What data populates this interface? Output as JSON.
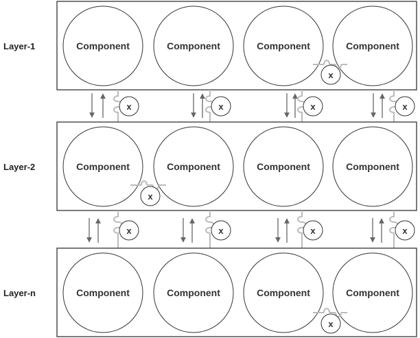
{
  "layers": [
    {
      "label": "Layer-1",
      "components": [
        "Component",
        "Component",
        "Component",
        "Component"
      ],
      "junction_after_component": 3
    },
    {
      "label": "Layer-2",
      "components": [
        "Component",
        "Component",
        "Component",
        "Component"
      ],
      "junction_after_component": 1
    },
    {
      "label": "Layer-n",
      "components": [
        "Component",
        "Component",
        "Component",
        "Component"
      ],
      "junction_after_component": 3
    }
  ],
  "connector_marker": "x",
  "colors": {
    "stroke": "#333333",
    "arrow": "#666666",
    "connector": "#bbbbbb",
    "text": "#333333",
    "background": "#ffffff"
  }
}
